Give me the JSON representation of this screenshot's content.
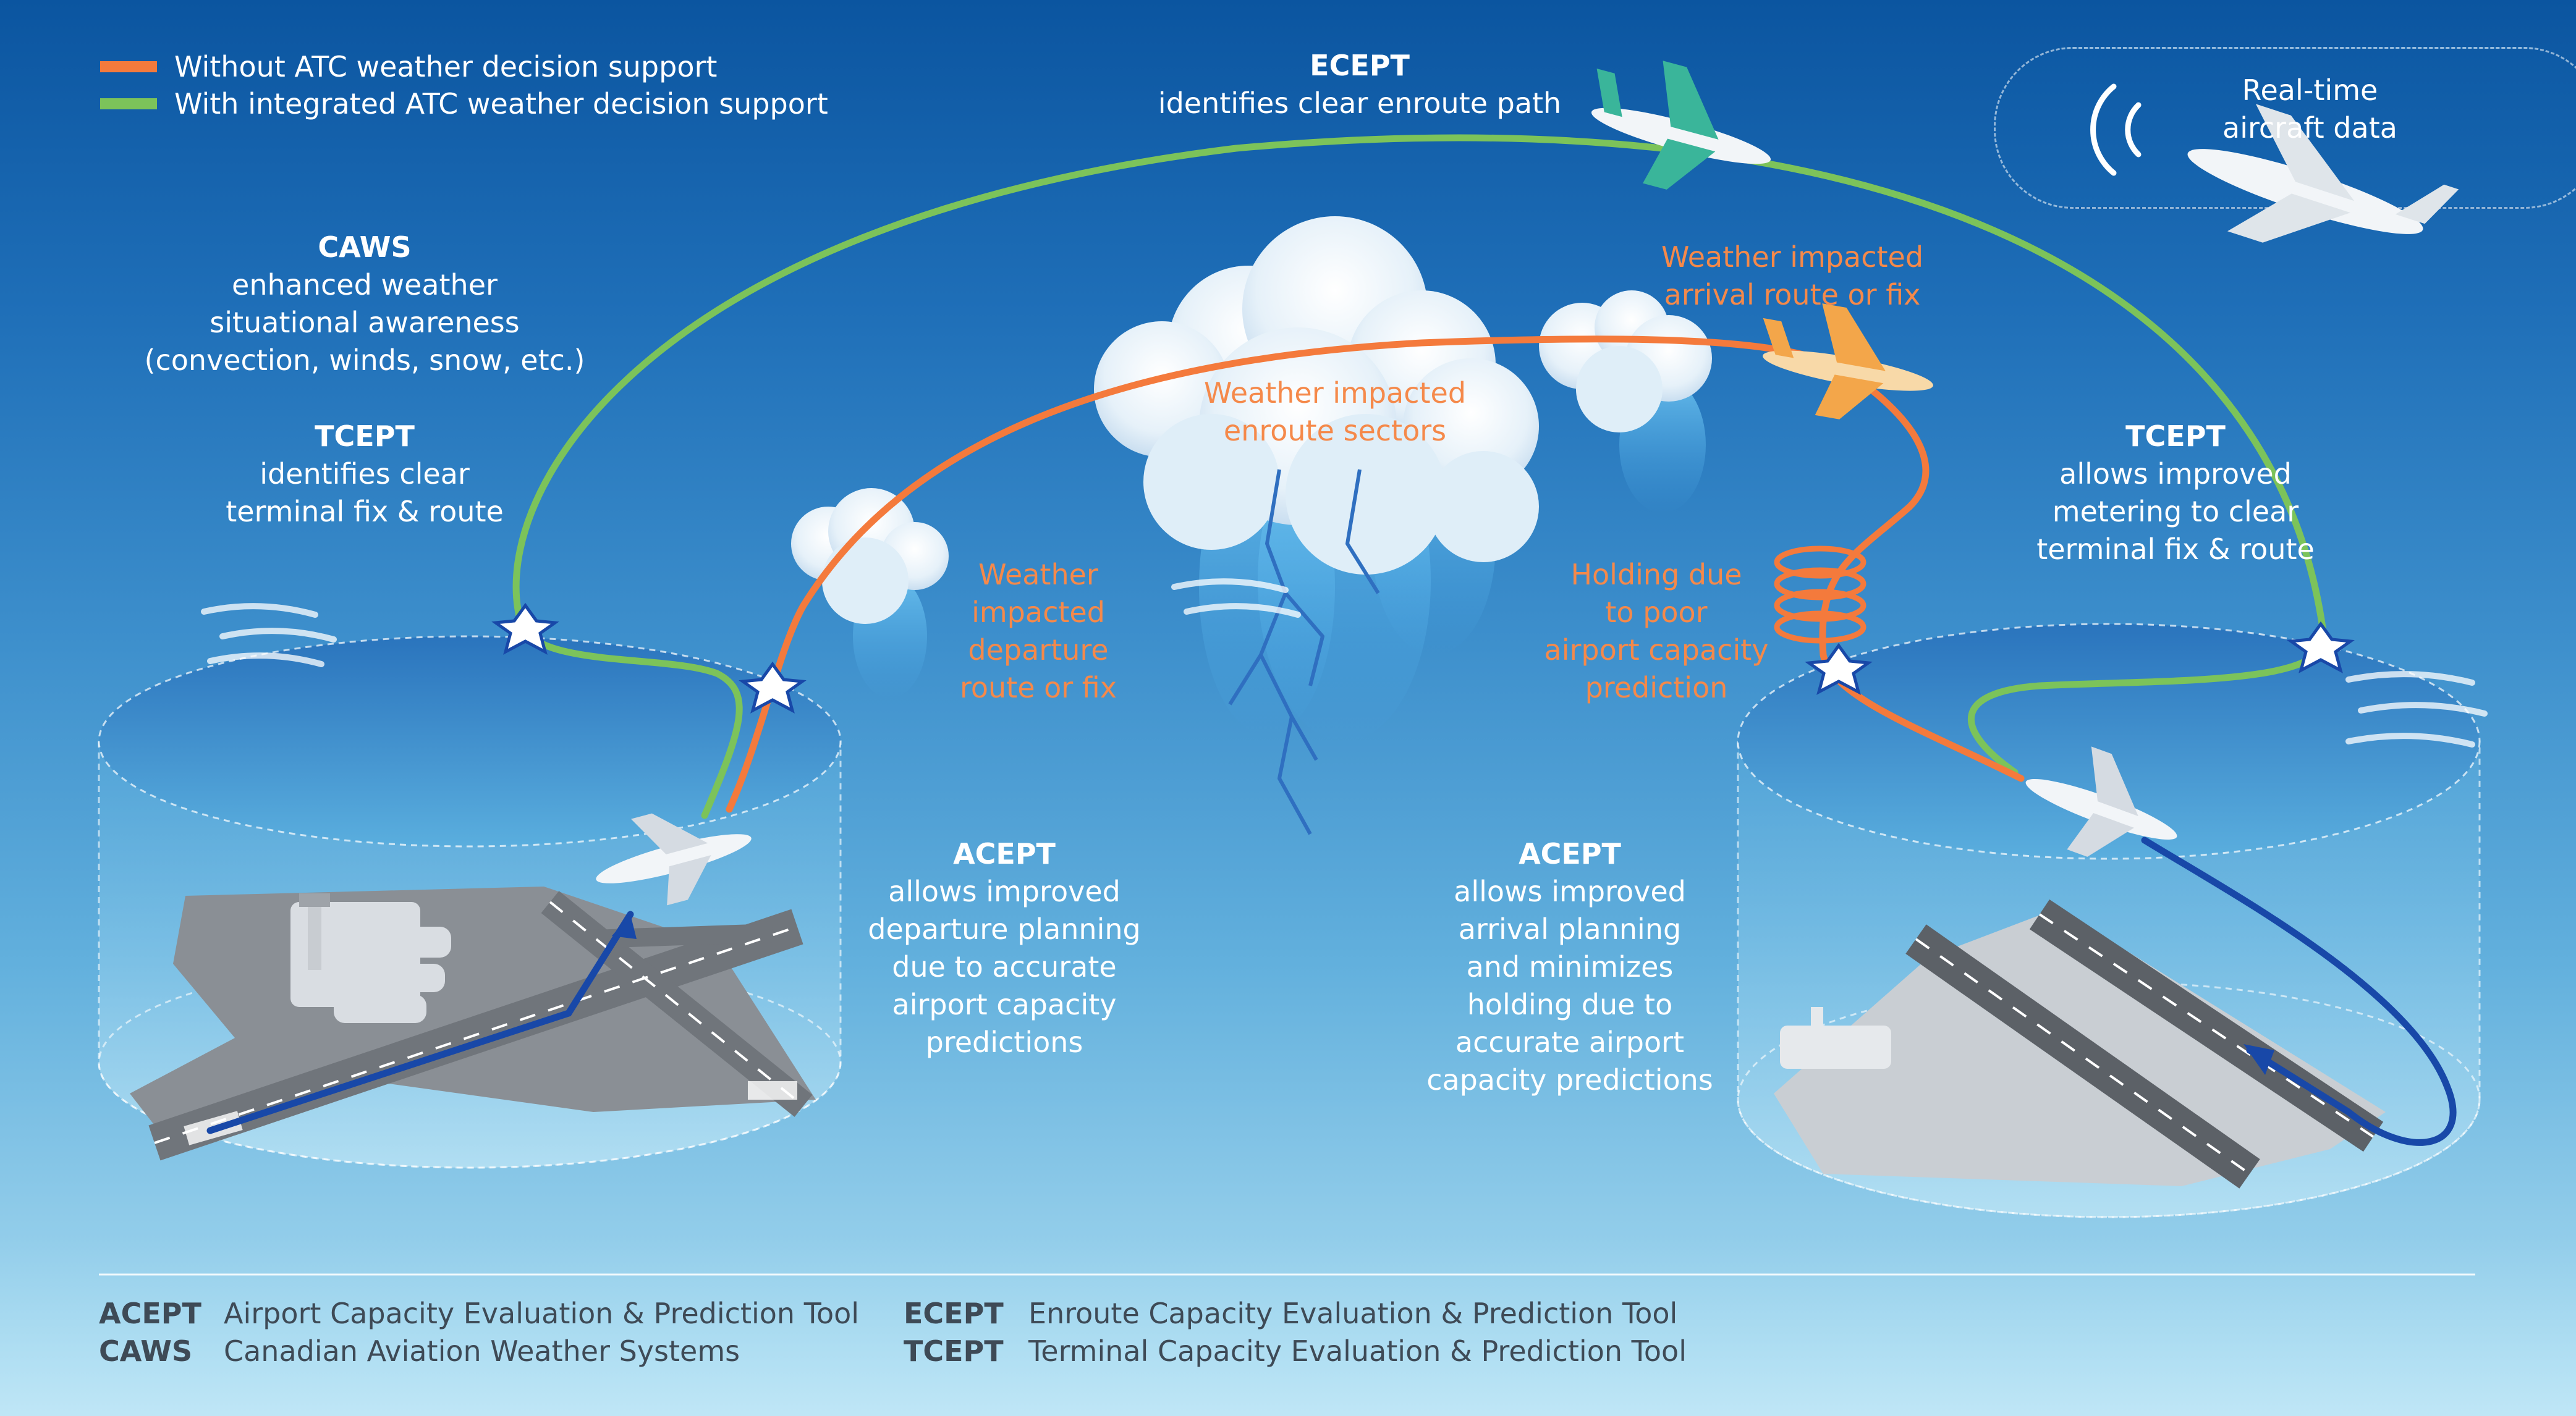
{
  "legend": {
    "without_label": "Without ATC weather decision support",
    "with_label": "With integrated ATC weather decision support",
    "without_color": "#f47a3c",
    "with_color": "#7cc35a"
  },
  "realtime": {
    "line1": "Real-time",
    "line2": "aircraft data"
  },
  "ecept_top": {
    "title": "ECEPT",
    "text": "identifies clear enroute path"
  },
  "caws": {
    "title": "CAWS",
    "line1": "enhanced weather",
    "line2": "situational awareness",
    "line3": "(convection, winds, snow, etc.)"
  },
  "tcept_left": {
    "title": "TCEPT",
    "line1": "identifies clear",
    "line2": "terminal fix & route"
  },
  "tcept_right": {
    "title": "TCEPT",
    "line1": "allows improved",
    "line2": "metering to clear",
    "line3": "terminal fix & route"
  },
  "weather_arrival": {
    "line1": "Weather impacted",
    "line2": "arrival route or fix"
  },
  "weather_enroute": {
    "line1": "Weather impacted",
    "line2": "enroute sectors"
  },
  "weather_departure": {
    "line1": "Weather",
    "line2": "impacted",
    "line3": "departure",
    "line4": "route or fix"
  },
  "holding": {
    "line1": "Holding due",
    "line2": "to poor",
    "line3": "airport capacity",
    "line4": "prediction"
  },
  "acept_left": {
    "title": "ACEPT",
    "line1": "allows improved",
    "line2": "departure planning",
    "line3": "due to accurate",
    "line4": "airport capacity",
    "line5": "predictions"
  },
  "acept_right": {
    "title": "ACEPT",
    "line1": "allows improved",
    "line2": "arrival planning",
    "line3": "and minimizes",
    "line4": "holding due to",
    "line5": "accurate airport",
    "line6": "capacity predictions"
  },
  "glossary": [
    {
      "abbr": "ACEPT",
      "def": "Airport Capacity Evaluation & Prediction Tool"
    },
    {
      "abbr": "CAWS",
      "def": "Canadian Aviation Weather Systems"
    },
    {
      "abbr": "ECEPT",
      "def": "Enroute Capacity Evaluation & Prediction Tool"
    },
    {
      "abbr": "TCEPT",
      "def": "Terminal Capacity Evaluation & Prediction Tool"
    }
  ],
  "colors": {
    "flight_path_blue": "#1848a8",
    "text_orange": "#f5894a",
    "glossary_text": "#3e4a56"
  },
  "icons": [
    "airplane-icon",
    "cloud-icon",
    "lightning-icon",
    "star-fix-icon",
    "signal-waves-icon",
    "control-tower-icon",
    "runway-icon"
  ]
}
